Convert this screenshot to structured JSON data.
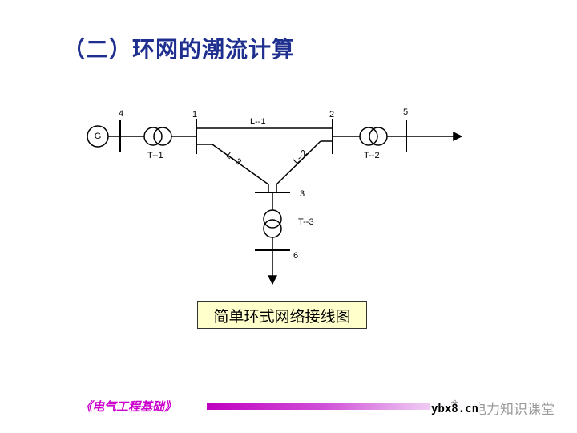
{
  "title": "（二）环网的潮流计算",
  "diagram": {
    "generator_label": "G",
    "nodes": [
      "1",
      "2",
      "3",
      "4",
      "5",
      "6"
    ],
    "lines": [
      "L--1",
      "L--2",
      "L--3"
    ],
    "transformers": [
      "T--1",
      "T--2",
      "T--3"
    ]
  },
  "caption": "简单环式网络接线图",
  "footer": {
    "course_title": "《电气工程基础》",
    "watermark_icon": "wechat-icon",
    "watermark_text": "电力知识课堂",
    "watermark_url": "ybx8.cn"
  },
  "colors": {
    "title": "#1f2f8f",
    "caption_bg": "#ffffcc",
    "footer_accent": "#cc00cc"
  }
}
